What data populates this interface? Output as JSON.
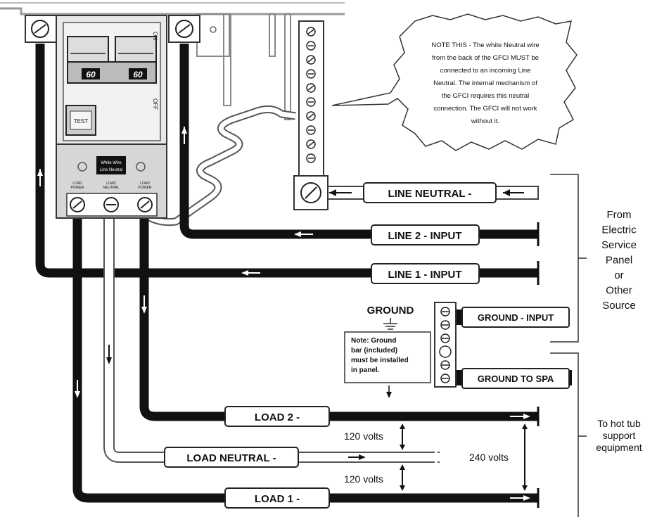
{
  "breaker": {
    "rating_left": "60",
    "rating_right": "60",
    "on_label": "ON",
    "off_label": "OFF",
    "test_label": "TEST",
    "pigtail_label_1": "White Wire",
    "pigtail_label_2": "Line Neutral",
    "terminal_labels": [
      "LOAD\nPOWER",
      "LOAD\nNEUTRAL",
      "LOAD\nPOWER"
    ]
  },
  "note": {
    "lines": [
      "NOTE THIS - The white Neutral wire",
      "from the back of the GFCI MUST be",
      "connected to an incoming Line",
      "Neutral.  The internal mechanism of",
      "the GFCI requires this neutral",
      "connection.  The GFCI will not work",
      "without it."
    ]
  },
  "wire_labels": {
    "line_neutral": "LINE NEUTRAL -",
    "line_2": "LINE 2 - INPUT",
    "line_1": "LINE 1 - INPUT",
    "ground_input": "GROUND - INPUT",
    "ground_to_spa": "GROUND TO SPA",
    "load_2": "LOAD 2 -",
    "load_neutral": "LOAD NEUTRAL -",
    "load_1": "LOAD 1 -"
  },
  "ground": {
    "title": "GROUND",
    "note_lines": [
      "Note: Ground",
      "bar (included)",
      "must be installed",
      "in panel."
    ]
  },
  "voltages": {
    "upper": "120 volts",
    "lower": "120 volts",
    "total": "240 volts"
  },
  "source_label": [
    "From",
    "Electric",
    "Service",
    "Panel",
    "or",
    "Other",
    "Source"
  ],
  "destination_label": [
    "To hot tub",
    "support",
    "equipment"
  ]
}
